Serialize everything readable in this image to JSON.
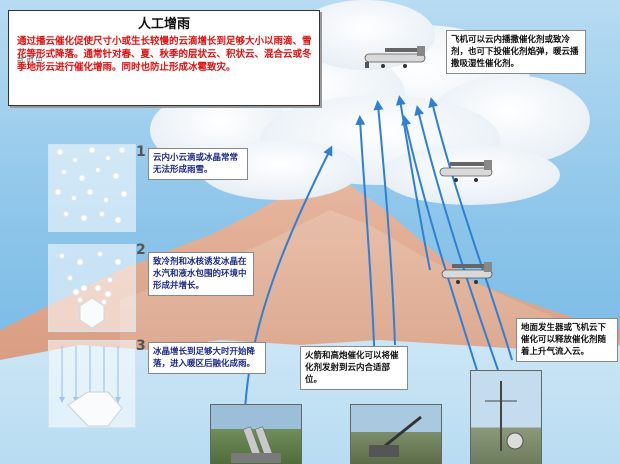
{
  "title_box": {
    "title": "人工增雨",
    "description": "通过播云催化促使尺寸小或生长较慢的云滴增长到足够大小以雨滴、雪花等形式降落。通常针对春、夏、秋季的层状云、积状云、混合云或冬季地形云进行催化增雨。同时也防止形成冰雹致灾。",
    "logo_label": "新 雨 中"
  },
  "steps": [
    {
      "num": "1",
      "text": "云内小云滴或冰晶常常无法形成雨雪。"
    },
    {
      "num": "2",
      "text": "致冷剂和冰核诱发冰晶在水汽和液水包围的环境中形成并增长。"
    },
    {
      "num": "3",
      "text": "冰晶增长到足够大时开始降落，进入暖区后融化成雨。"
    }
  ],
  "callouts": {
    "aircraft": "飞机可以云内播撒催化剂或致冷剂，也可下投催化剂焰弹，暖云播撒吸湿性催化剂。",
    "rocket": "火箭和高炮催化可以将催化剂发射到云内合适部位。",
    "ground": "地面发生器或飞机云下催化可以释放催化剂随着上升气流入云。"
  },
  "colors": {
    "sky": "#8fc6ea",
    "mountain": "#e2a88a",
    "arrow": "#2f7fd6",
    "title_text": "#e01010",
    "callout_text": "#1e2a8a"
  }
}
